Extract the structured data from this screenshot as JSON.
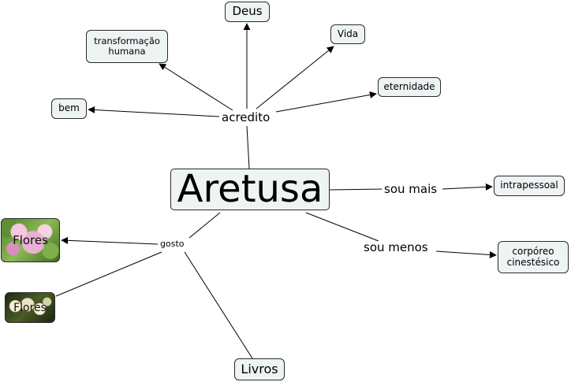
{
  "central": {
    "label": "Aretusa"
  },
  "linking_phrases": {
    "acredito": "acredito",
    "sou_mais": "sou mais",
    "sou_menos": "sou menos",
    "gosto": "gosto"
  },
  "concepts": {
    "deus": "Deus",
    "vida": "Vida",
    "transformacao": "transformação\nhumana",
    "eternidade": "eternidade",
    "bem": "bem",
    "intrapessoal": "intrapessoal",
    "corporeo": "corpóreo\ncinestésico",
    "livros": "Livros"
  },
  "images": {
    "flores_1": {
      "caption": "Flores",
      "icon": "pink-peony-flowers-photo"
    },
    "flores_2": {
      "caption": "Flores",
      "icon": "white-flowers-photo"
    }
  },
  "colors": {
    "node_fill": "#eef3f4",
    "node_border": "#2a2a2a",
    "line": "#000000"
  }
}
